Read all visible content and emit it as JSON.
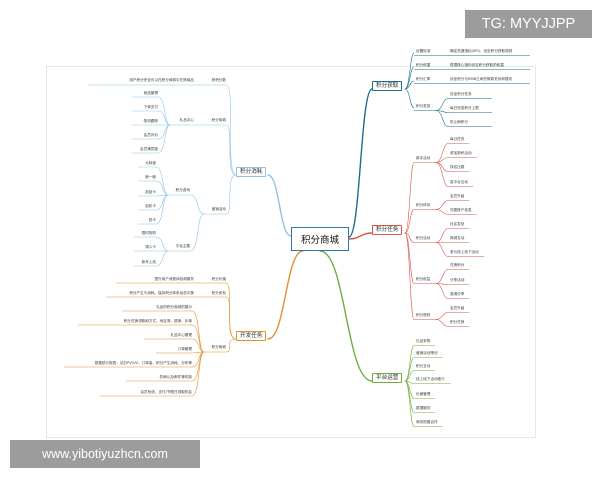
{
  "watermark_top": "TG: MYYJJPP",
  "watermark_bottom": "www.yibotiyuzhcn.com",
  "root": "积分商城",
  "colors": {
    "root_border": "#2f77b5",
    "acquire": "#1c6e8a",
    "tasks": "#d9564a",
    "platform": "#6fae3d",
    "consume": "#8ec3e6",
    "dev": "#e0922e"
  },
  "branches": {
    "acquire": {
      "label": "积分获取",
      "items": [
        {
          "label": "设置标准",
          "note": "确定关键指标(KPI)，设定积分获取规则"
        },
        {
          "label": "积分权重",
          "note": "根据核心指标设定积分获取的权重"
        },
        {
          "label": "积分汇率",
          "note": "设定积分与RMB之间的换算关系和规则"
        },
        {
          "label": "积分发放",
          "subs": [
            "设定积分任务",
            "每日完成积分上限",
            "防止刷积分"
          ]
        }
      ]
    },
    "tasks": {
      "label": "积分任务",
      "groups": [
        {
          "label": "新手活动",
          "subs": [
            "每日任务",
            "参加新积活动",
            "排名比赛",
            "各平台互动"
          ]
        },
        {
          "label": "积分体系",
          "subs": [
            "会员升级",
            "完善账户信息"
          ]
        },
        {
          "label": "积分活动",
          "subs": [
            "社区发帖",
            "商城互动",
            "参与线上线下活动"
          ]
        },
        {
          "label": "积分权益",
          "subs": [
            "兑换积分",
            "分享活动",
            "邀请分享"
          ]
        },
        {
          "label": "积分规则",
          "subs": [
            "会员升级",
            "积分兑换"
          ]
        }
      ]
    },
    "platform": {
      "label": "平台运营",
      "items": [
        "礼品采购",
        "营销活动策划",
        "积分互动",
        "线上线下活动推介",
        "价格管理",
        "数据服务",
        "商务拓展合作"
      ]
    },
    "consume": {
      "label": "积分消耗",
      "top": {
        "label": "获积分数",
        "note": "用户积分完全可以在积分商城中兑换商品"
      },
      "mall": {
        "label": "积分商城",
        "sub": "礼品中心",
        "subs": [
          "商品管理",
          "下单支付",
          "物流跟踪",
          "会员评价",
          "会员满意度"
        ]
      },
      "activity": {
        "label": "营销活动",
        "games": {
          "label": "积分游戏",
          "subs": [
            "大转盘",
            "砸一砸",
            "刮刮卡",
            "刮彩卡",
            "抢卡"
          ]
        },
        "topics": {
          "label": "平台主题",
          "subs": [
            "限时抢购",
            "捐人卡",
            "新年上线"
          ]
        }
      }
    },
    "dev": {
      "label": "开发任务",
      "items": [
        {
          "label": "积分价值",
          "note": "提升用户消费体验和服务"
        },
        {
          "label": "积分体系",
          "note": "积分产生与消耗，保持积分体系动态平衡"
        },
        {
          "label": "积分商城",
          "subs": [
            "礼品的积分商城的展示",
            "积分兑换领取和方式、地址簿、退换、补单",
            "礼品中心管理",
            "订单管理",
            "数据统计报表：站日PV/UV、订单量、积分产生消耗、分布等",
            "防刷以及邮件等机制",
            "会员系统、支付/节假日领取机会"
          ]
        }
      ]
    }
  }
}
